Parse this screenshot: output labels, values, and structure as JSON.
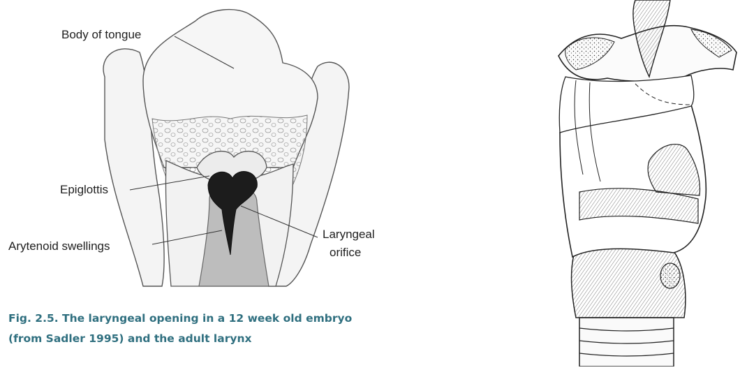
{
  "figure": {
    "embryo_labels": {
      "body_of_tongue": "Body of tongue",
      "epiglottis": "Epiglottis",
      "arytenoid_swellings": "Arytenoid swellings",
      "laryngeal_orifice_1": "Laryngeal",
      "laryngeal_orifice_2": "orifice"
    },
    "caption": {
      "line1": "Fig. 2.5. The laryngeal opening in a 12 week old embryo",
      "line2": "(from Sadler 1995) and the adult larynx"
    }
  },
  "colors": {
    "caption": "#2f6f7f",
    "tissue_fill": "#f2f2f2",
    "orifice_fill": "#1c1c1c",
    "swelling_fill": "#bdbdbd"
  }
}
